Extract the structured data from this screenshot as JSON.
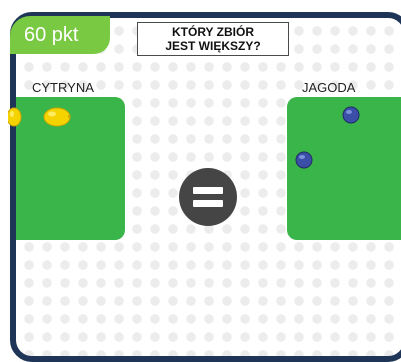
{
  "score": {
    "label": "60 pkt"
  },
  "question": {
    "line1": "KTÓRY ZBIÓR",
    "line2": "JEST WIĘKSZY?"
  },
  "left_set": {
    "label": "CYTRYNA",
    "items": [
      "lemon-icon",
      "lemon-icon"
    ]
  },
  "right_set": {
    "label": "JAGODA",
    "items": [
      "blueberry-icon",
      "blueberry-icon"
    ]
  },
  "comparison": {
    "symbol": "equal-sign-icon"
  },
  "colors": {
    "frame": "#1e3557",
    "score_bg": "#7ac943",
    "panel": "#3ab54a",
    "lemon": "#f5d300",
    "blueberry": "#3b4fa8",
    "comparison_bg": "#454545"
  }
}
